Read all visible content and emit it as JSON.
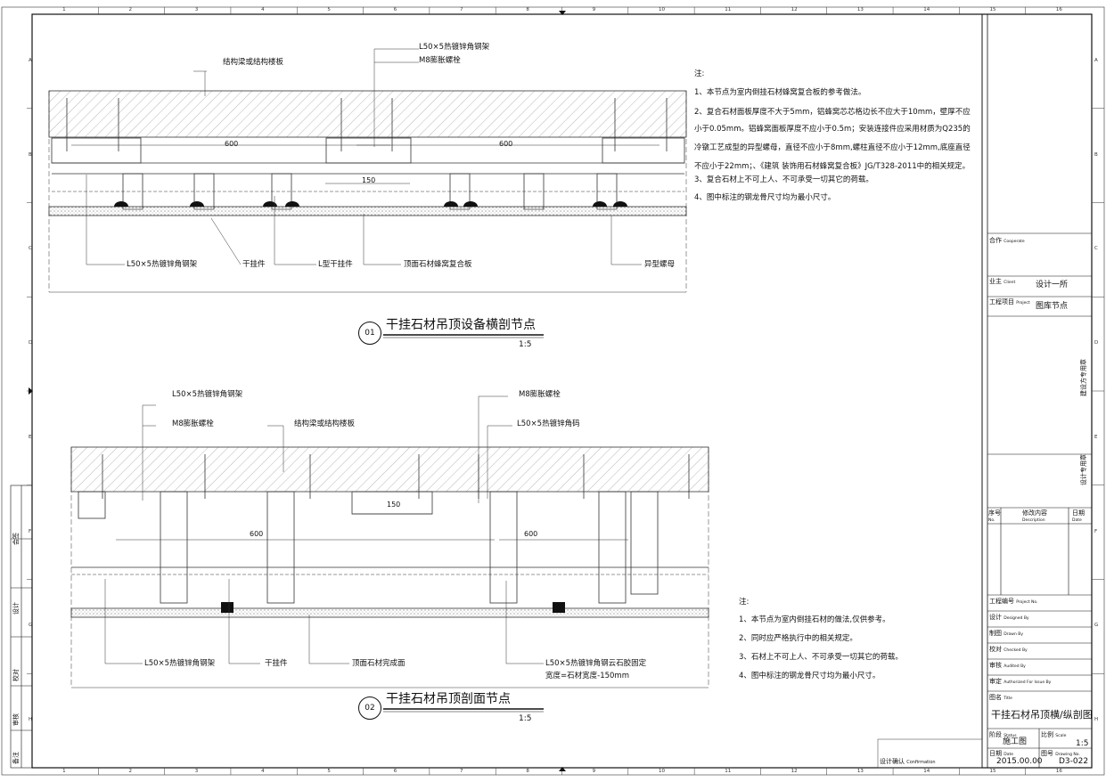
{
  "ruler": {
    "cols": [
      "1",
      "2",
      "3",
      "4",
      "5",
      "6",
      "7",
      "8",
      "9",
      "10",
      "11",
      "12",
      "13",
      "14",
      "15",
      "16"
    ],
    "rows": [
      "A",
      "B",
      "C",
      "D",
      "E",
      "F",
      "G",
      "H"
    ]
  },
  "detail1": {
    "number": "01",
    "title": "干挂石材吊顶设备横剖节点",
    "scale": "1:5",
    "labels": {
      "angle_top": "L50×5热镀锌角钢架",
      "bolt_top": "M8膨胀螺栓",
      "beam": "结构梁或结构楼板",
      "dim600a": "600",
      "dim600b": "600",
      "dim150": "150",
      "angle_bottom": "L50×5热镀锌角钢架",
      "hanger": "干挂件",
      "lhanger": "L型干挂件",
      "panel": "顶面石材蜂窝复合板",
      "nut": "异型螺母"
    },
    "notes": [
      "注:",
      "1、本节点为室内倒挂石材蜂窝复合板的参考做法。",
      "2、复合石材面板厚度不大于5mm，铝蜂窝芯芯格边长不应大于10mm，壁厚不应",
      "小于0.05mm。铝蜂窝面板厚度不应小于0.5m；安装连接件应采用材质为Q235的",
      "冷镦工艺成型的异型螺母，直径不应小于8mm,螺柱直径不应小于12mm,底座直径",
      "不应小于22mm；、《建筑    装饰用石材蜂窝复合板》JG/T328-2011中的相关规定。",
      "3、复合石材上不可上人、不可承受一切其它的荷载。",
      "4、图中标注的钢龙骨尺寸均为最小尺寸。"
    ]
  },
  "detail2": {
    "number": "02",
    "title": "干挂石材吊顶剖面节点",
    "scale": "1:5",
    "labels": {
      "angle_frame": "L50×5热镀锌角钢架",
      "bolt_left": "M8膨胀螺栓",
      "beam": "结构梁或结构楼板",
      "bolt_right": "M8膨胀螺栓",
      "angle_code": "L50×5热镀锌角码",
      "dim150": "150",
      "dim600a": "600",
      "dim600b": "600",
      "angle_bottom": "L50×5热镀锌角钢架",
      "hanger": "干挂件",
      "finish": "顶面石材完成面",
      "glue1": "L50×5热镀锌角钢云石胶固定",
      "glue2": "宽度=石材宽度-150mm"
    },
    "notes": [
      "注:",
      "1、本节点为室内倒挂石材的做法,仅供参考。",
      "2、同时应严格执行中的相关规定。",
      "3、石材上不可上人、不可承受一切其它的荷载。",
      "4、图中标注的钢龙骨尺寸均为最小尺寸。"
    ]
  },
  "titleblock": {
    "coop_cn": "合作",
    "coop_en": "Cooperate",
    "client_cn": "业主",
    "client_en": "Client",
    "client_val": "设计一所",
    "project_cn": "工程项目",
    "project_en": "Project",
    "project_val": "图库节点",
    "seal1": "建设方专用章",
    "seal2": "设计专用章",
    "rev_no_cn": "序号",
    "rev_no_en": "No.",
    "rev_desc_cn": "修改内容",
    "rev_desc_en": "Description",
    "rev_date_cn": "日期",
    "rev_date_en": "Date",
    "projno_cn": "工程编号",
    "projno_en": "Project No.",
    "design_cn": "设计",
    "design_en": "Designed By",
    "drawn_cn": "制图",
    "drawn_en": "Drawn By",
    "check_cn": "校对",
    "check_en": "Checked By",
    "audit_cn": "审核",
    "audit_en": "Audited By",
    "auth_cn": "审定",
    "auth_en": "Authorized For Issue By",
    "title_cn": "图名",
    "title_en": "Title",
    "title_val": "干挂石材吊顶横/纵剖图",
    "status_cn": "阶段",
    "status_en": "Status",
    "status_val": "施工图",
    "scale_cn": "比例",
    "scale_en": "Scale",
    "scale_val": "1:5",
    "date_cn": "日期",
    "date_en": "Date",
    "date_val": "2015.00.00",
    "dwg_cn": "图号",
    "dwg_en": "Drawing No.",
    "dwg_val": "D3-022",
    "confirm": "设计确认",
    "confirm_en": "Confirmation"
  },
  "leftstrip": [
    "会签",
    "设计",
    "校对",
    "审核",
    "备注"
  ]
}
